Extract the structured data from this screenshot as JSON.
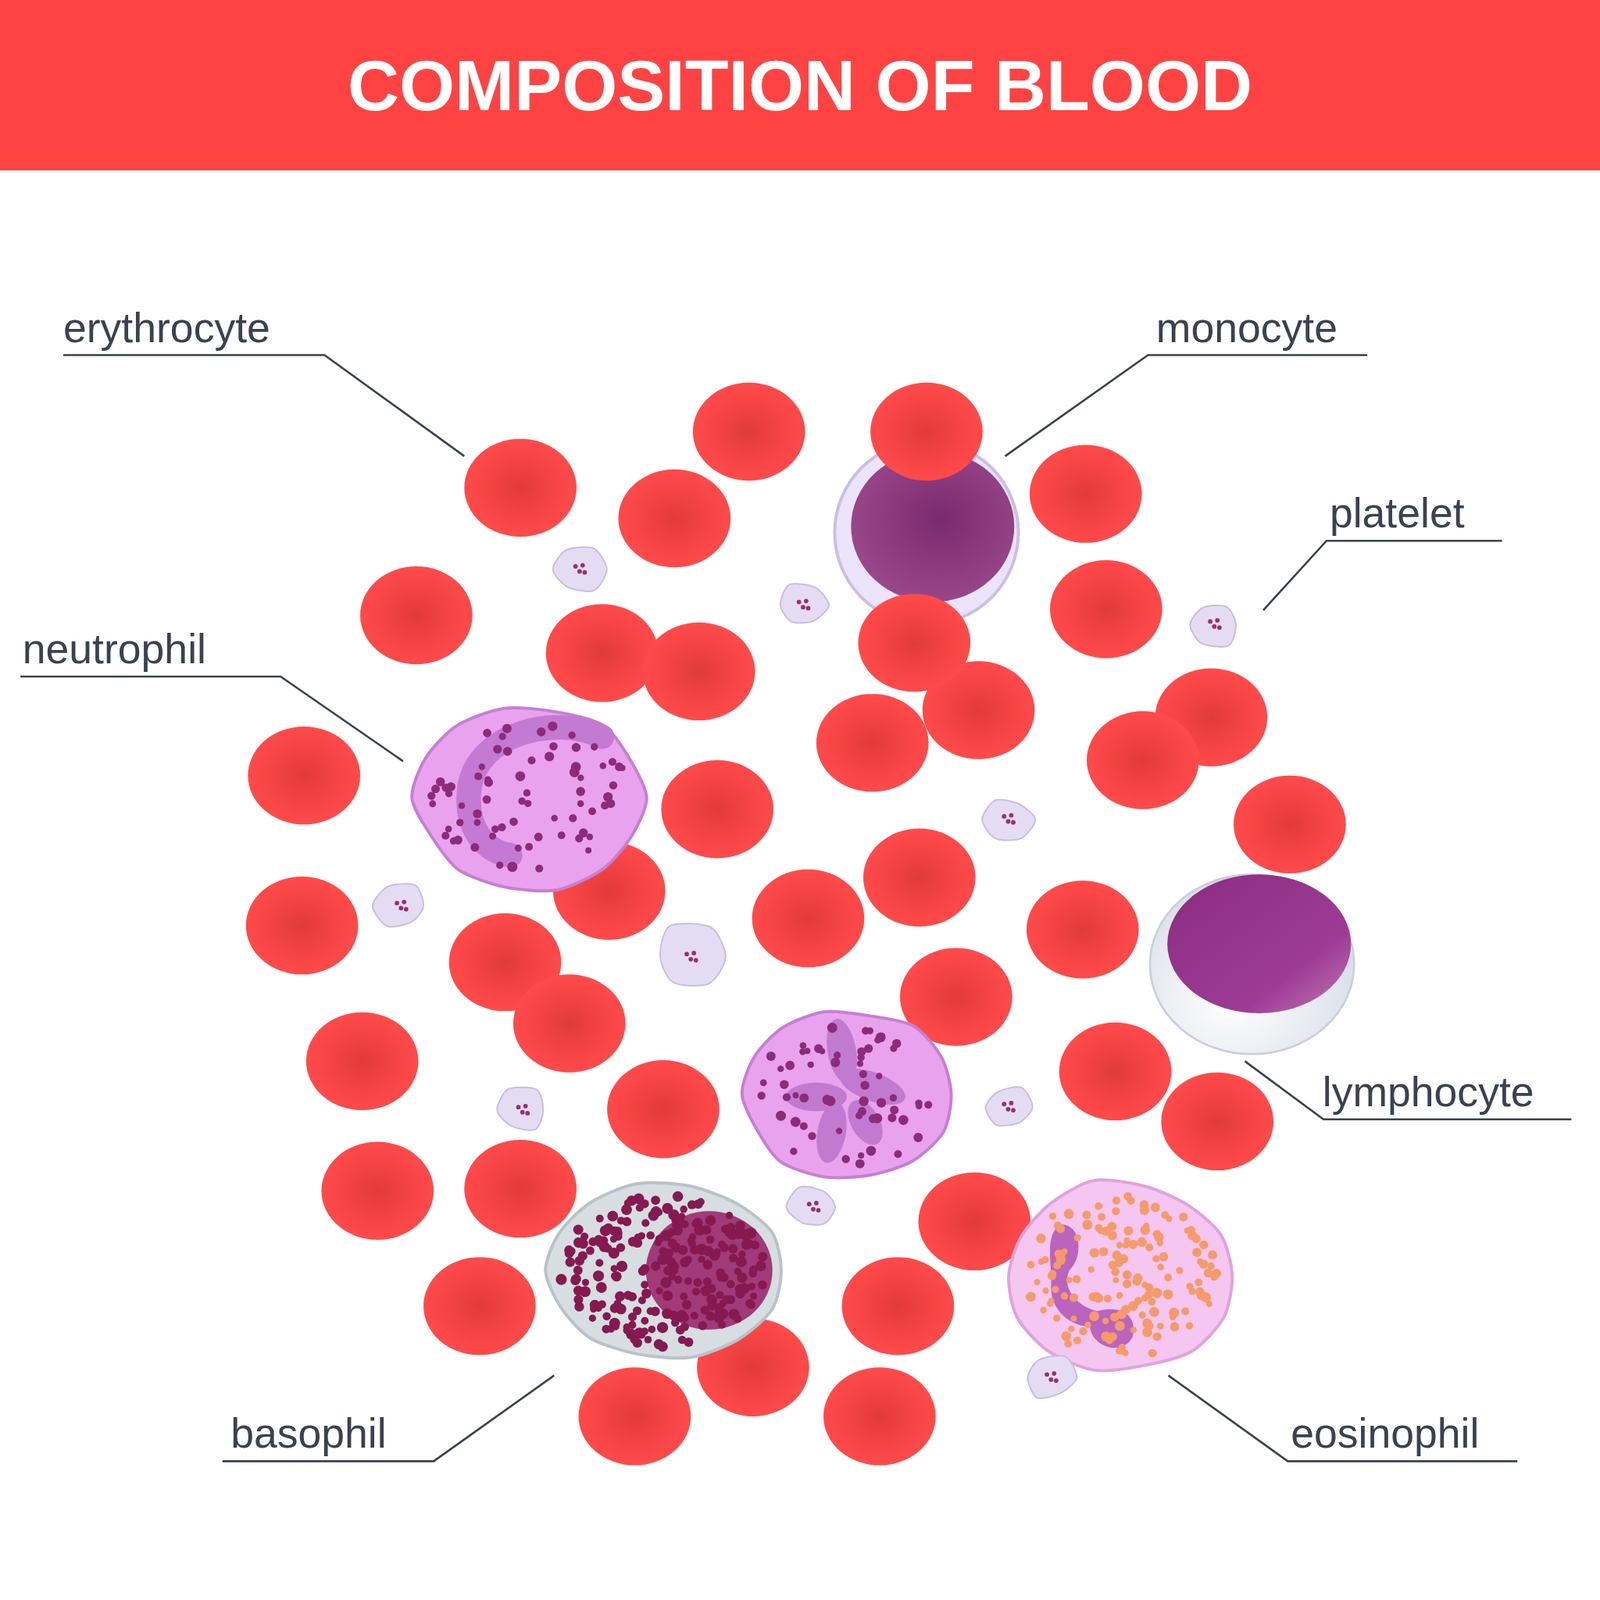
{
  "diagram": {
    "title": "COMPOSITION OF BLOOD",
    "labels": [
      "erythrocyte",
      "monocyte",
      "platelet",
      "neutrophil",
      "lymphocyte",
      "basophil",
      "eosinophil"
    ]
  }
}
